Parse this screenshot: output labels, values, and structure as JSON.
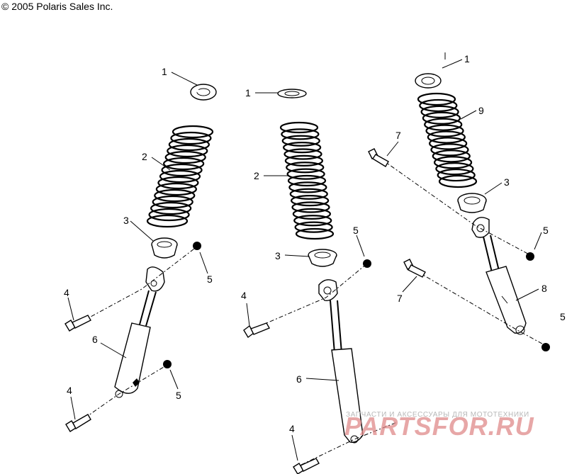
{
  "copyright": "© 2005 Polaris Sales Inc.",
  "watermark": {
    "tagline": "ЗАПЧАСТИ И АКСЕССУАРЫ ДЛЯ МОТОТЕХНИКИ",
    "logo": "PARTSFOR.RU"
  },
  "callouts": {
    "left_1": "1",
    "left_2": "2",
    "left_3": "3",
    "left_4a": "4",
    "left_4b": "4",
    "left_5a": "5",
    "left_5b": "5",
    "left_6": "6",
    "mid_1": "1",
    "mid_2": "2",
    "mid_3": "3",
    "mid_4": "4",
    "mid_4b": "4",
    "mid_5": "5",
    "mid_6": "6",
    "right_1": "1",
    "right_9": "9",
    "right_3": "3",
    "right_7a": "7",
    "right_7b": "7",
    "right_5a": "5",
    "right_5b": "5",
    "right_8": "8"
  }
}
